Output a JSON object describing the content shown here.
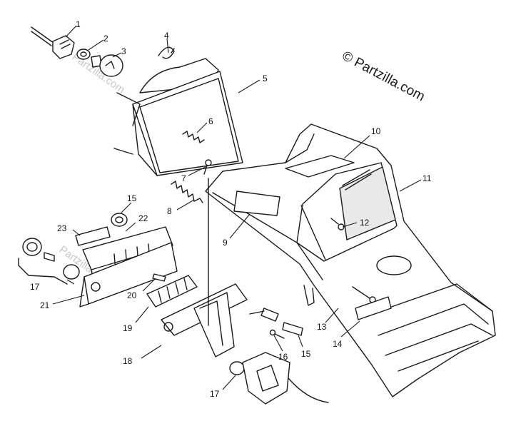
{
  "watermark": "© Partzilla.com",
  "faint_watermark": "Partzilla.com",
  "callouts": [
    {
      "id": "c1",
      "label": "1"
    },
    {
      "id": "c2",
      "label": "2"
    },
    {
      "id": "c3",
      "label": "3"
    },
    {
      "id": "c4",
      "label": "4"
    },
    {
      "id": "c5",
      "label": "5"
    },
    {
      "id": "c6",
      "label": "6"
    },
    {
      "id": "c7",
      "label": "7"
    },
    {
      "id": "c8",
      "label": "8"
    },
    {
      "id": "c9",
      "label": "9"
    },
    {
      "id": "c10",
      "label": "10"
    },
    {
      "id": "c11",
      "label": "11"
    },
    {
      "id": "c12",
      "label": "12"
    },
    {
      "id": "c13",
      "label": "13"
    },
    {
      "id": "c14",
      "label": "14"
    },
    {
      "id": "c15a",
      "label": "15"
    },
    {
      "id": "c15b",
      "label": "15"
    },
    {
      "id": "c16",
      "label": "16"
    },
    {
      "id": "c17a",
      "label": "17"
    },
    {
      "id": "c17b",
      "label": "17"
    },
    {
      "id": "c18",
      "label": "18"
    },
    {
      "id": "c19",
      "label": "19"
    },
    {
      "id": "c20",
      "label": "20"
    },
    {
      "id": "c21",
      "label": "21"
    },
    {
      "id": "c22",
      "label": "22"
    },
    {
      "id": "c23",
      "label": "23"
    }
  ]
}
